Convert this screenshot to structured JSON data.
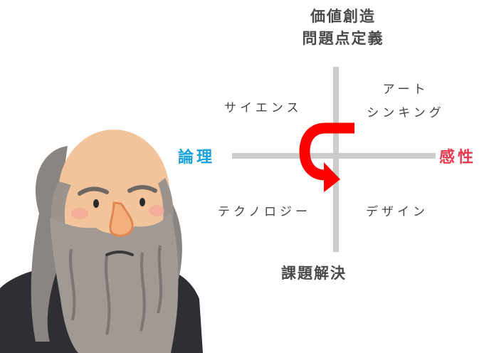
{
  "axes": {
    "top_line1": "価値創造",
    "top_line2": "問題点定義",
    "bottom": "課題解決",
    "left": "論理",
    "right": "感性"
  },
  "quadrants": {
    "top_left": "サイエンス",
    "top_right_line1": "アート",
    "top_right_line2": "シンキング",
    "bottom_left": "テクノロジー",
    "bottom_right": "デザイン"
  },
  "colors": {
    "axis_lines": "#cccccc",
    "arrow": "#ff0000",
    "logic": "#1aa0d8",
    "sensibility": "#e5394e"
  },
  "illustration": {
    "icon": "bearded-old-man-illustration"
  }
}
